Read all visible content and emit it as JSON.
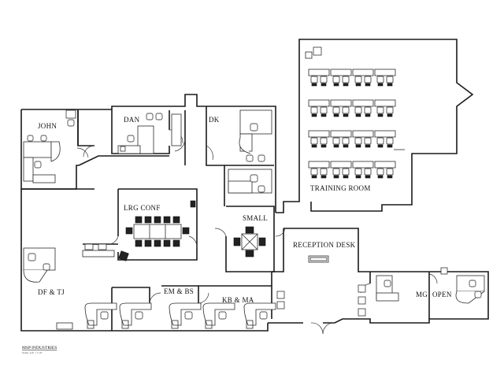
{
  "rooms": {
    "john": "JOHN",
    "dan": "DAN",
    "dk": "DK",
    "training": "TRAINING ROOM",
    "lrg_conf": "LRG CONF",
    "small": "SMALL",
    "reception": "RECEPTION DESK",
    "df_tj": "DF & TJ",
    "em_bs": "EM & BS",
    "kb_ma": "KB & MA",
    "mg": "MG",
    "open": "OPEN"
  },
  "title_block": {
    "company": "MSP INDUSTRIES",
    "scale": "Scale: 1/4\" = 1'-0\""
  }
}
